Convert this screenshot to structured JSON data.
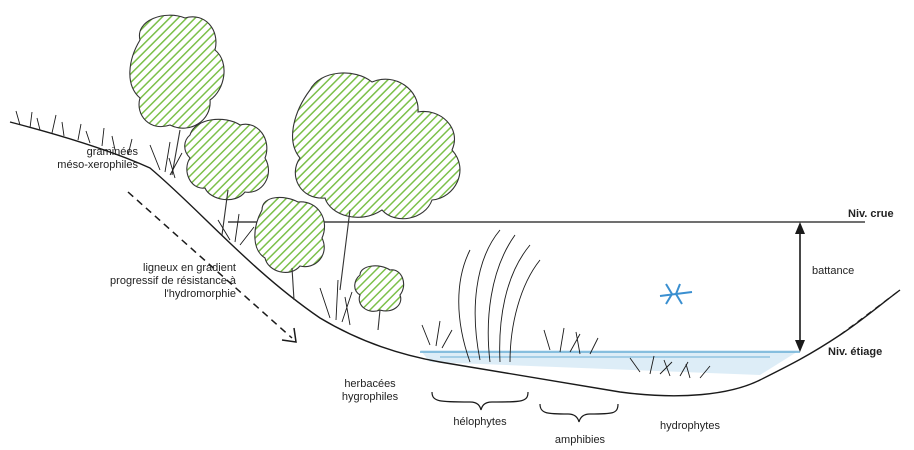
{
  "labels": {
    "graminees": [
      "graminées",
      "méso-xerophiles"
    ],
    "ligneux": [
      "ligneux en gradient",
      "progressif de résistance à",
      "l'hydromorphie"
    ],
    "herbacees": [
      "herbacées",
      "hygrophiles"
    ],
    "helophytes": "hélophytes",
    "amphibies": "amphibies",
    "hydrophytes": "hydrophytes",
    "battance": "battance",
    "niv_crue": "Niv. crue",
    "niv_etiage": "Niv. étiage"
  },
  "colors": {
    "line": "#1a1a1a",
    "tree_fill": "#8fcf5f",
    "tree_stroke": "#333333",
    "water": "#6aaed6",
    "dragonfly": "#3a8fd0"
  }
}
